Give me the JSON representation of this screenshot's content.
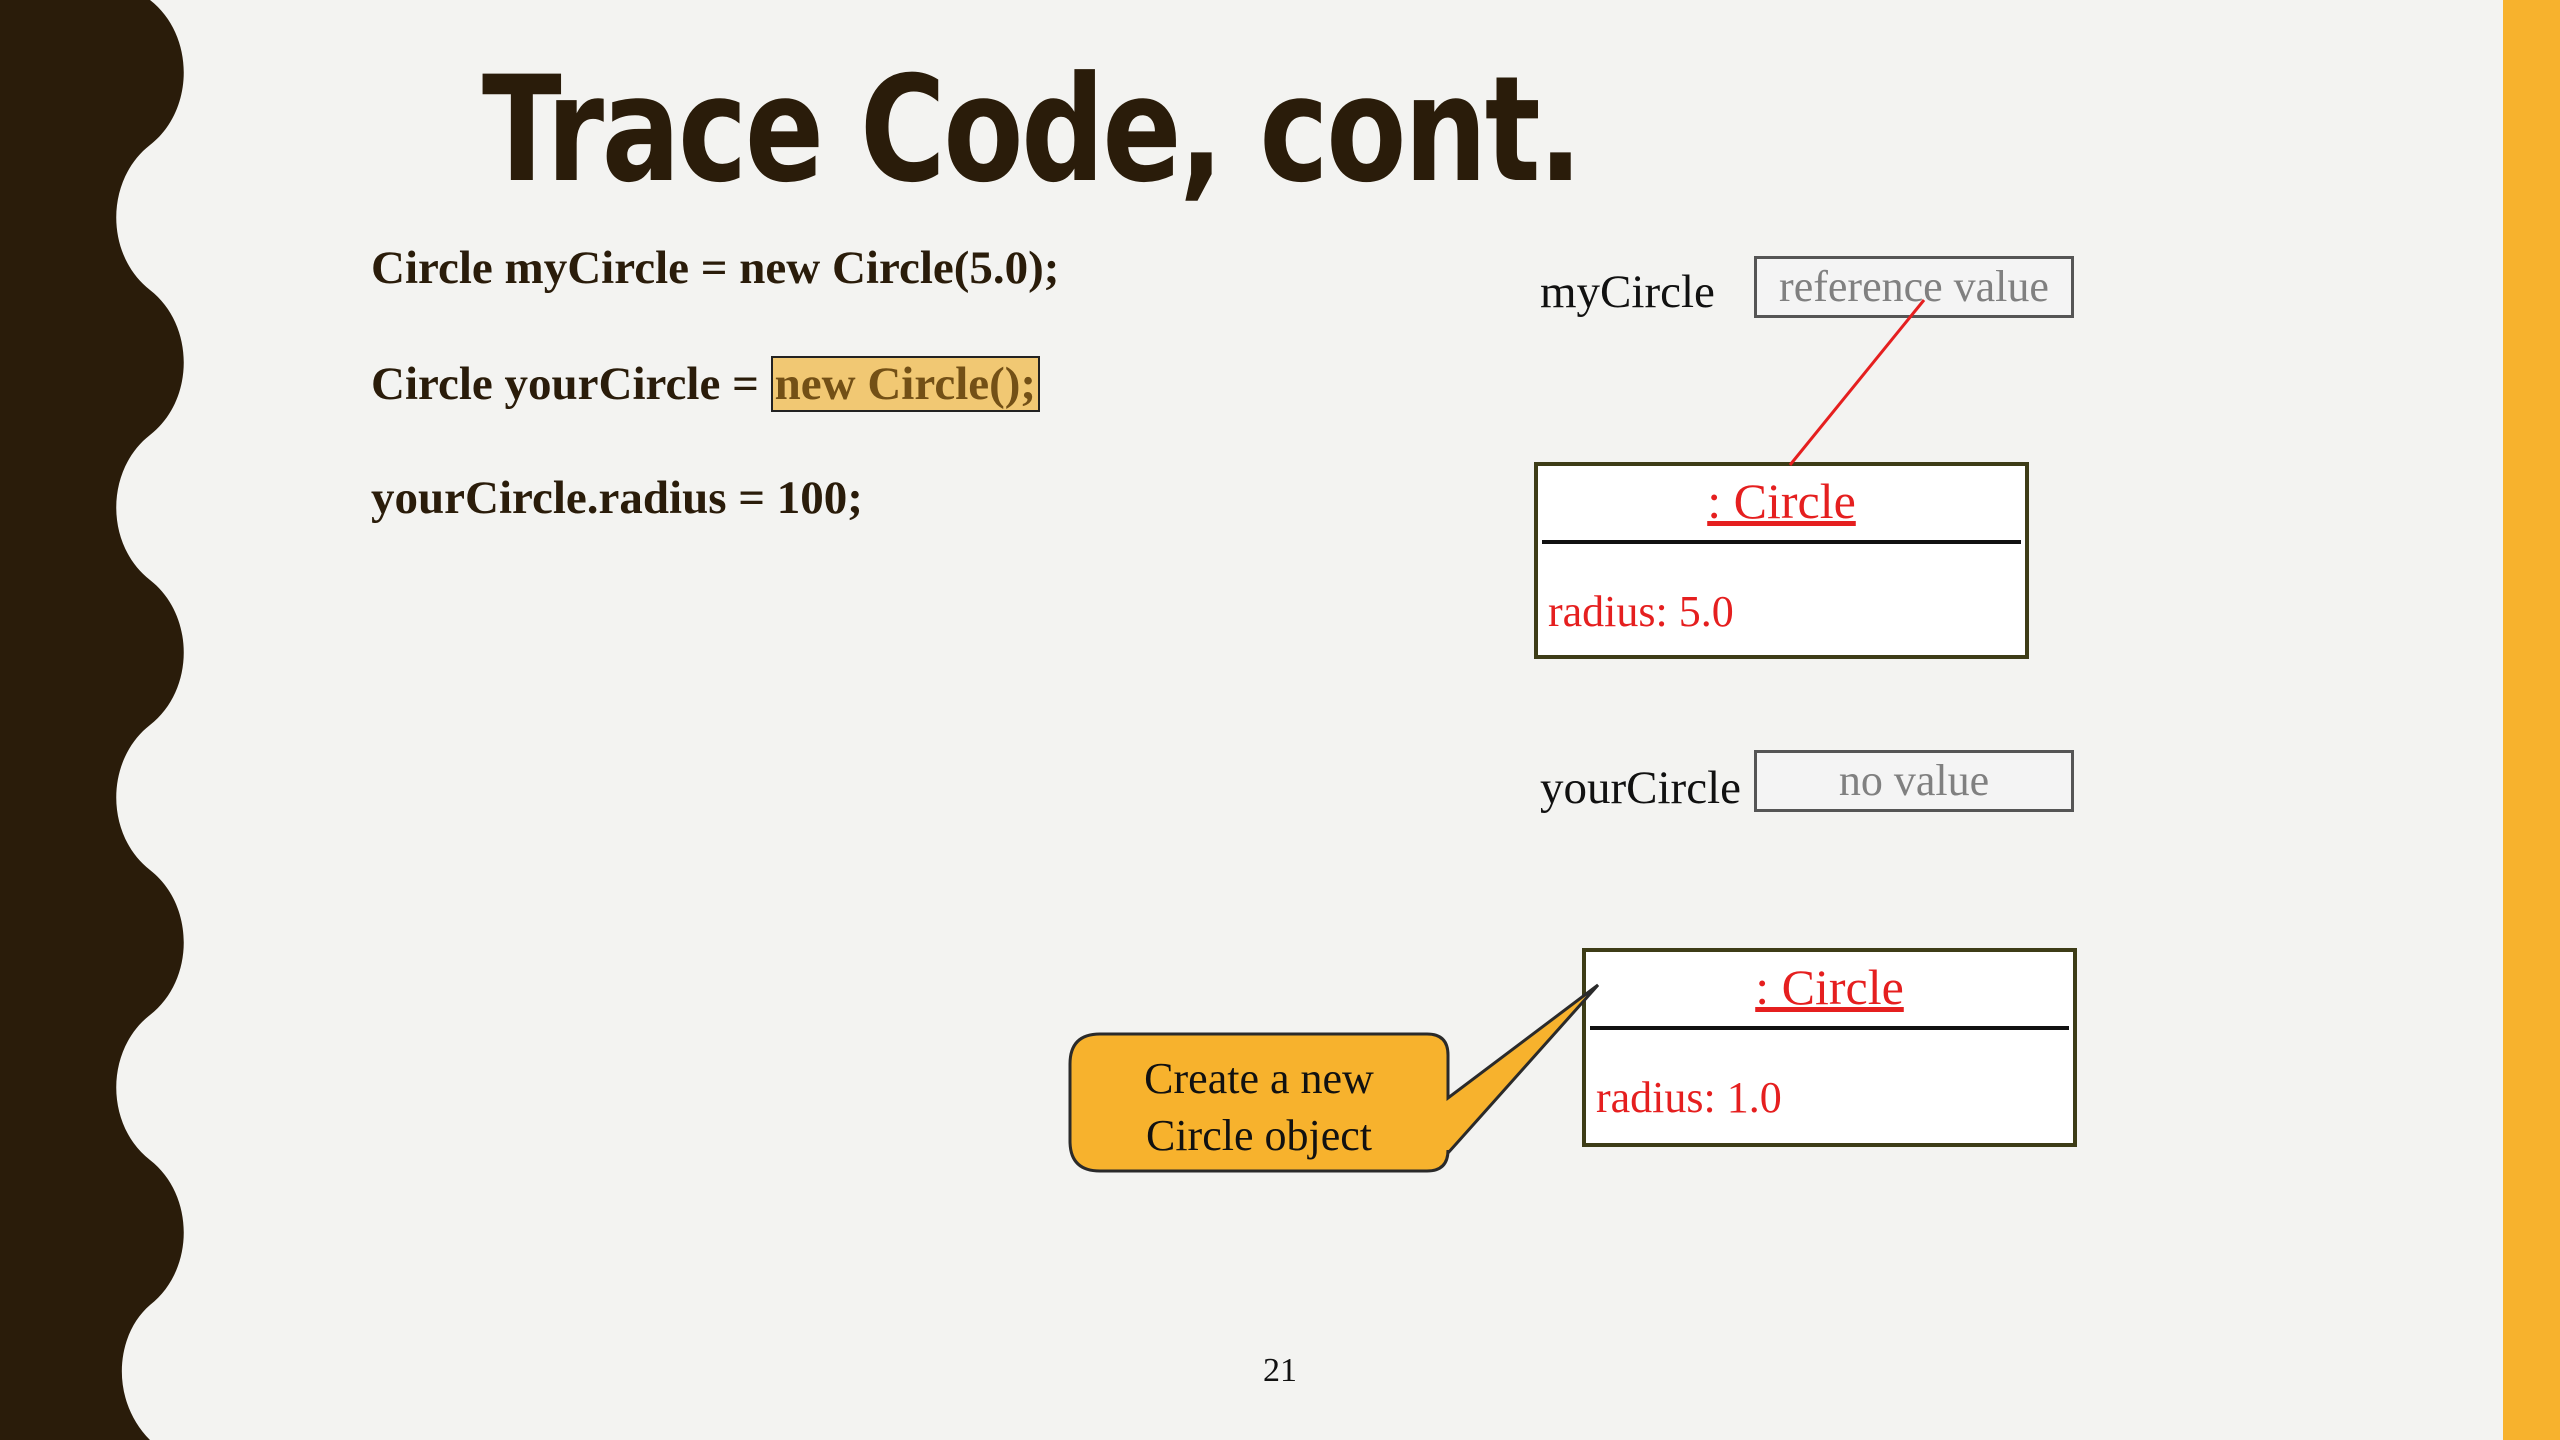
{
  "slide": {
    "title": "Trace Code, cont.",
    "page_number": "21"
  },
  "code": {
    "line1": "Circle myCircle = new Circle(5.0);",
    "line2_prefix": "Circle yourCircle = ",
    "line2_highlight": "new Circle();",
    "line3": "yourCircle.radius = 100;"
  },
  "diagram": {
    "mycircle": {
      "label": "myCircle",
      "value": "reference value"
    },
    "yourcircle": {
      "label": "yourCircle",
      "value": "no value"
    },
    "object1": {
      "title": ": Circle",
      "field": "radius: 5.0"
    },
    "object2": {
      "title": ": Circle",
      "field": "radius: 1.0"
    },
    "callout": {
      "line1": "Create a new",
      "line2": "Circle object"
    }
  },
  "colors": {
    "accent_dark": "#2a1c0a",
    "accent_orange": "#f7b22d",
    "highlight_fill": "#f1c873",
    "object_text": "#e51f1f",
    "reference_line": "#e51f1f"
  }
}
